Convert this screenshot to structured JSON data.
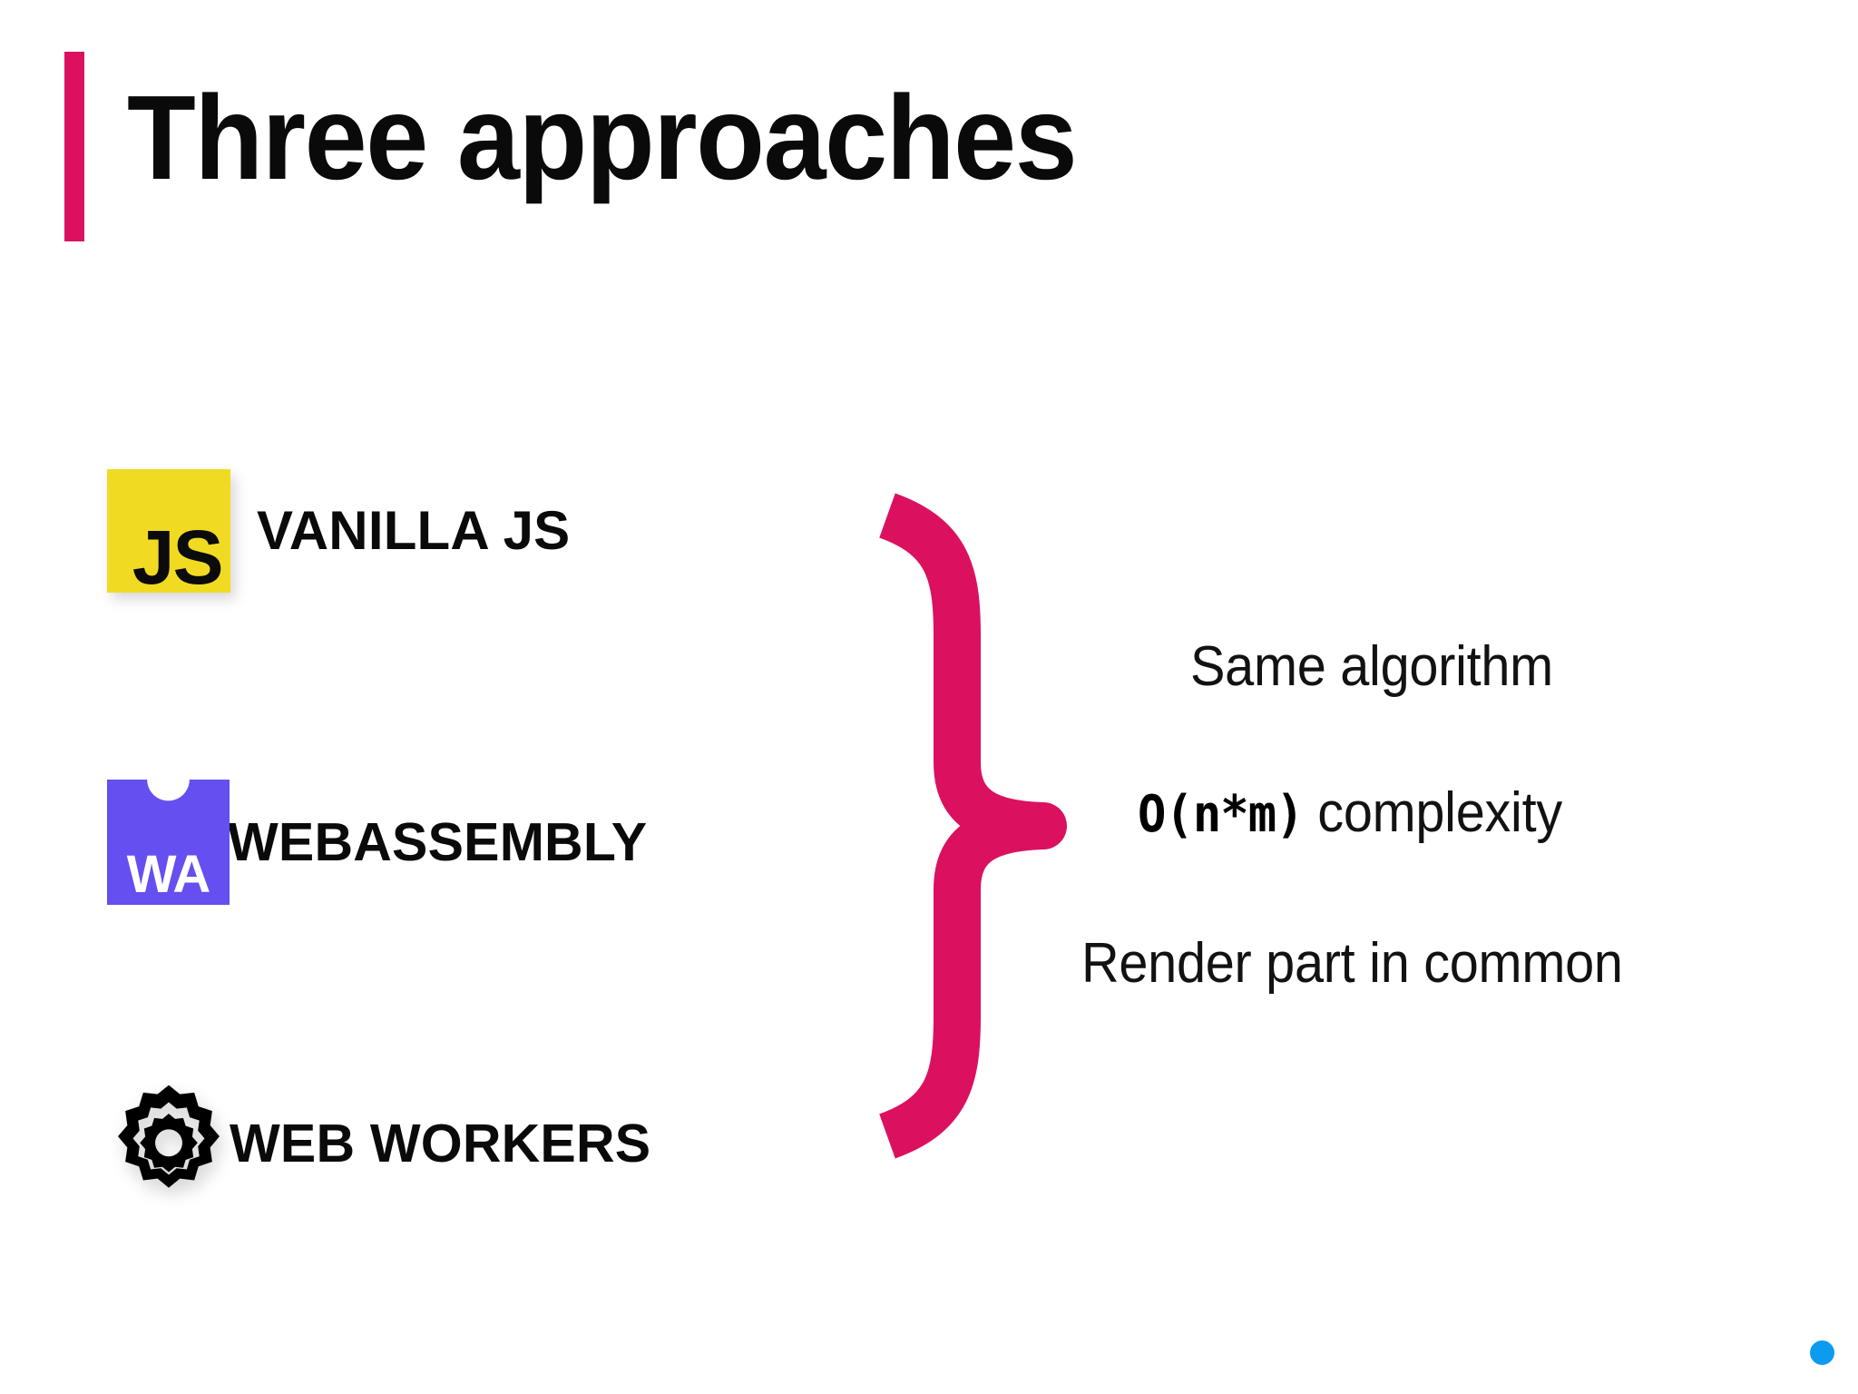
{
  "slide": {
    "title": "Three approaches",
    "background_color": "#FFFFFF",
    "accent_color": "#DB1160"
  },
  "approaches": [
    {
      "label": "VANILLA JS",
      "icon": "javascript-logo-icon",
      "icon_text": "JS",
      "icon_bg_color": "#F0DB22",
      "icon_fg_color": "#0B0B0B"
    },
    {
      "label": "WEBASSEMBLY",
      "icon": "webassembly-logo-icon",
      "icon_text": "WA",
      "icon_bg_color": "#654FF0",
      "icon_fg_color": "#FFFFFF"
    },
    {
      "label": "WEB WORKERS",
      "icon": "gear-icon",
      "icon_text": "",
      "icon_bg_color": "#FFFFFF",
      "icon_fg_color": "#000000"
    }
  ],
  "brace": {
    "name": "right-curly-brace",
    "color": "#DB1160"
  },
  "notes": [
    {
      "text": "Same algorithm",
      "code": "",
      "suffix": ""
    },
    {
      "text": "",
      "code": "O(n*m)",
      "suffix": " complexity"
    },
    {
      "text": "Render part in common",
      "code": "",
      "suffix": ""
    }
  ],
  "progress_dot": {
    "name": "progress-dot",
    "color": "#0D9BF0"
  }
}
